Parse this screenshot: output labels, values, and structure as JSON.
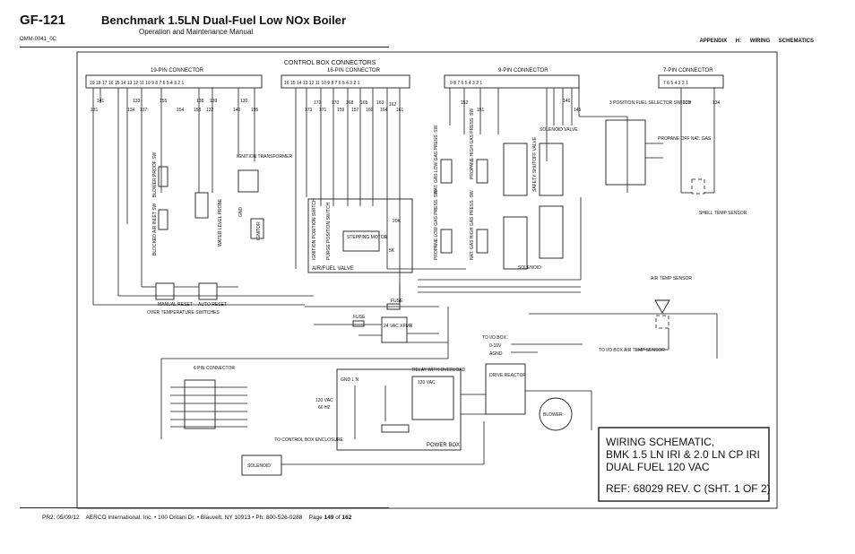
{
  "header": {
    "code": "GF-121",
    "doc_number": "OMM-0041_0C",
    "title": "Benchmark 1.5LN Dual-Fuel Low NOx Boiler",
    "subtitle": "Operation and Maintenance Manual",
    "appendix": "APPENDIX H:  WIRING SCHEMATICS"
  },
  "footer": {
    "revision": "PR2: 05/09/12",
    "company": "AERCO International, Inc. • 100 Oritani Dr. • Blauvelt, NY 10913 • Ph: 800-526-0288",
    "page_prefix": "Page",
    "page_number": "149",
    "page_of": "of",
    "page_total": "162"
  },
  "diagram": {
    "connectors_title": "CONTROL BOX CONNECTORS",
    "connectors": [
      {
        "label": "19-PIN CONNECTOR",
        "pins": "19 18 17   16 15 14 13   12 11 10 9   8  7  6  5  4  3  2  1"
      },
      {
        "label": "16-PIN CONNECTOR",
        "pins": "16 15 14 13 12 11 10 9  8  7  6  5  4  3  2  1"
      },
      {
        "label": "9-PIN CONNECTOR",
        "pins": "9    8    7    6               5   4   3   2   1"
      },
      {
        "label": "7-PIN CONNECTOR",
        "pins": "7  6  5  4  3  2  1"
      }
    ],
    "wires_top_a": [
      "141",
      "133",
      "155",
      "138",
      "139",
      "130"
    ],
    "wires_top_b": [
      "131",
      "134",
      "137",
      "154",
      "153",
      "132",
      "140",
      "195"
    ],
    "wires_top_c": [
      "172",
      "170",
      "168",
      "165",
      "163",
      "173",
      "171",
      "159",
      "157",
      "166",
      "164",
      "162",
      "161"
    ],
    "wires_top_d": [
      "152",
      "151",
      "146",
      "145"
    ],
    "wires_top_e": [
      "133",
      "134"
    ],
    "labels": {
      "blocked_air": "BLOCKED AIR INLET SW",
      "blower_proof": "BLOWER PROOF SW",
      "water_level": "WATER LEVEL PROBE",
      "ignition_transformer": "IGNITION TRANSFORMER",
      "gnd": "GND",
      "ignitor": "IGNITOR",
      "over_temp": "OVER TEMPERATURE SWITCHES",
      "manual_reset": "MANUAL RESET",
      "auto_reset": "AUTO RESET",
      "air_fuel_valve": "AIR/FUEL VALVE",
      "stepping_motor": "STEPPING MOTOR",
      "ignition_position_sw": "IGNITION POSITION SWITCH",
      "purge_position_sw": "PURGE POSITION SWITCH",
      "pot_5k": "5K",
      "pot_20k": "20K",
      "nat_gas_low": "NAT. GAS LOW GAS PRESS. SW",
      "propane_high": "PROPANE HIGH GAS PRESS. SW",
      "propane_low": "PROPANE LOW GAS PRESS. SW",
      "nat_gas_high": "NAT. GAS HIGH GAS PRESS. SW",
      "solenoid_valve": "SOLENOID VALVE",
      "safety_shutoff": "SAFETY SHUTOFF VALVE",
      "three_pos_switch": "3 POSITION FUEL SELECTOR SWITCH",
      "selector_options": "PROPANE OFF NAT. GAS",
      "shell_temp": "SHELL TEMP SENSOR",
      "air_temp": "AIR TEMP SENSOR",
      "to_io_box": "TO I/O BOX",
      "to_io_air": "TO I/O BOX AIR TEMP SENSOR",
      "analog": "0-10V",
      "agnd": "AGND",
      "drive_reactor": "DRIVE REACTOR",
      "blower": "BLOWER",
      "six_pin": "6 PIN CONNECTOR",
      "fuse": "FUSE",
      "xfmr": "24 VAC XFMR",
      "relay": "RELAY WITH OVERLOAD",
      "vac120": "120 VAC",
      "hz60": "60 HZ",
      "power_box": "POWER BOX",
      "to_control_box": "TO CONTROL BOX ENCLOSURE",
      "solenoid": "SOLENOID",
      "gnd_l_n": "GND  L  N"
    },
    "title_block": {
      "line1": "WIRING SCHEMATIC,",
      "line2": "BMK 1.5 LN IRI & 2.0 LN CP IRI",
      "line3": "DUAL FUEL 120 VAC",
      "ref": "REF: 68029 REV. C (SHT. 1 OF 2)"
    }
  }
}
